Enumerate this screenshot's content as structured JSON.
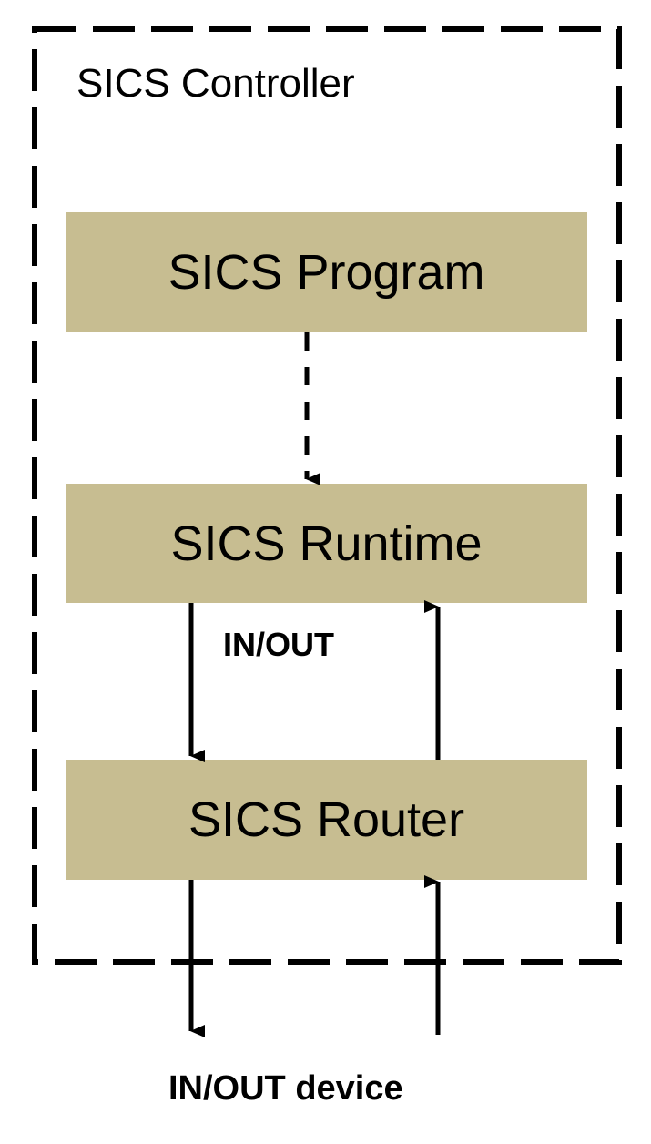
{
  "diagram": {
    "title": "SICS Controller",
    "boundary": {
      "name": "SICS Controller",
      "style": "dashed",
      "stroke_color": "#000000"
    },
    "blocks": [
      {
        "id": "program",
        "label": "SICS Program",
        "fill": "#c7bd91"
      },
      {
        "id": "runtime",
        "label": "SICS Runtime",
        "fill": "#c7bd91"
      },
      {
        "id": "router",
        "label": "SICS Router",
        "fill": "#c7bd91"
      }
    ],
    "connectors": [
      {
        "id": "program-to-runtime",
        "from": "SICS Program",
        "to": "SICS Runtime",
        "style": "dashed",
        "direction": "down",
        "label": ""
      },
      {
        "id": "runtime-to-router",
        "from": "SICS Runtime",
        "to": "SICS Router",
        "style": "solid",
        "direction": "down",
        "label": "IN/OUT"
      },
      {
        "id": "router-to-runtime",
        "from": "SICS Router",
        "to": "SICS Runtime",
        "style": "solid",
        "direction": "up",
        "label": "IN/OUT"
      },
      {
        "id": "router-to-device",
        "from": "SICS Router",
        "to": "IN/OUT device",
        "style": "solid",
        "direction": "down",
        "label": ""
      },
      {
        "id": "device-to-router",
        "from": "IN/OUT device",
        "to": "SICS Router",
        "style": "solid",
        "direction": "up",
        "label": ""
      }
    ],
    "labels": {
      "inout": "IN/OUT",
      "inout_device": "IN/OUT device"
    },
    "colors": {
      "block_fill": "#c7bd91",
      "line": "#000000",
      "background": "#ffffff",
      "text": "#000000"
    }
  }
}
